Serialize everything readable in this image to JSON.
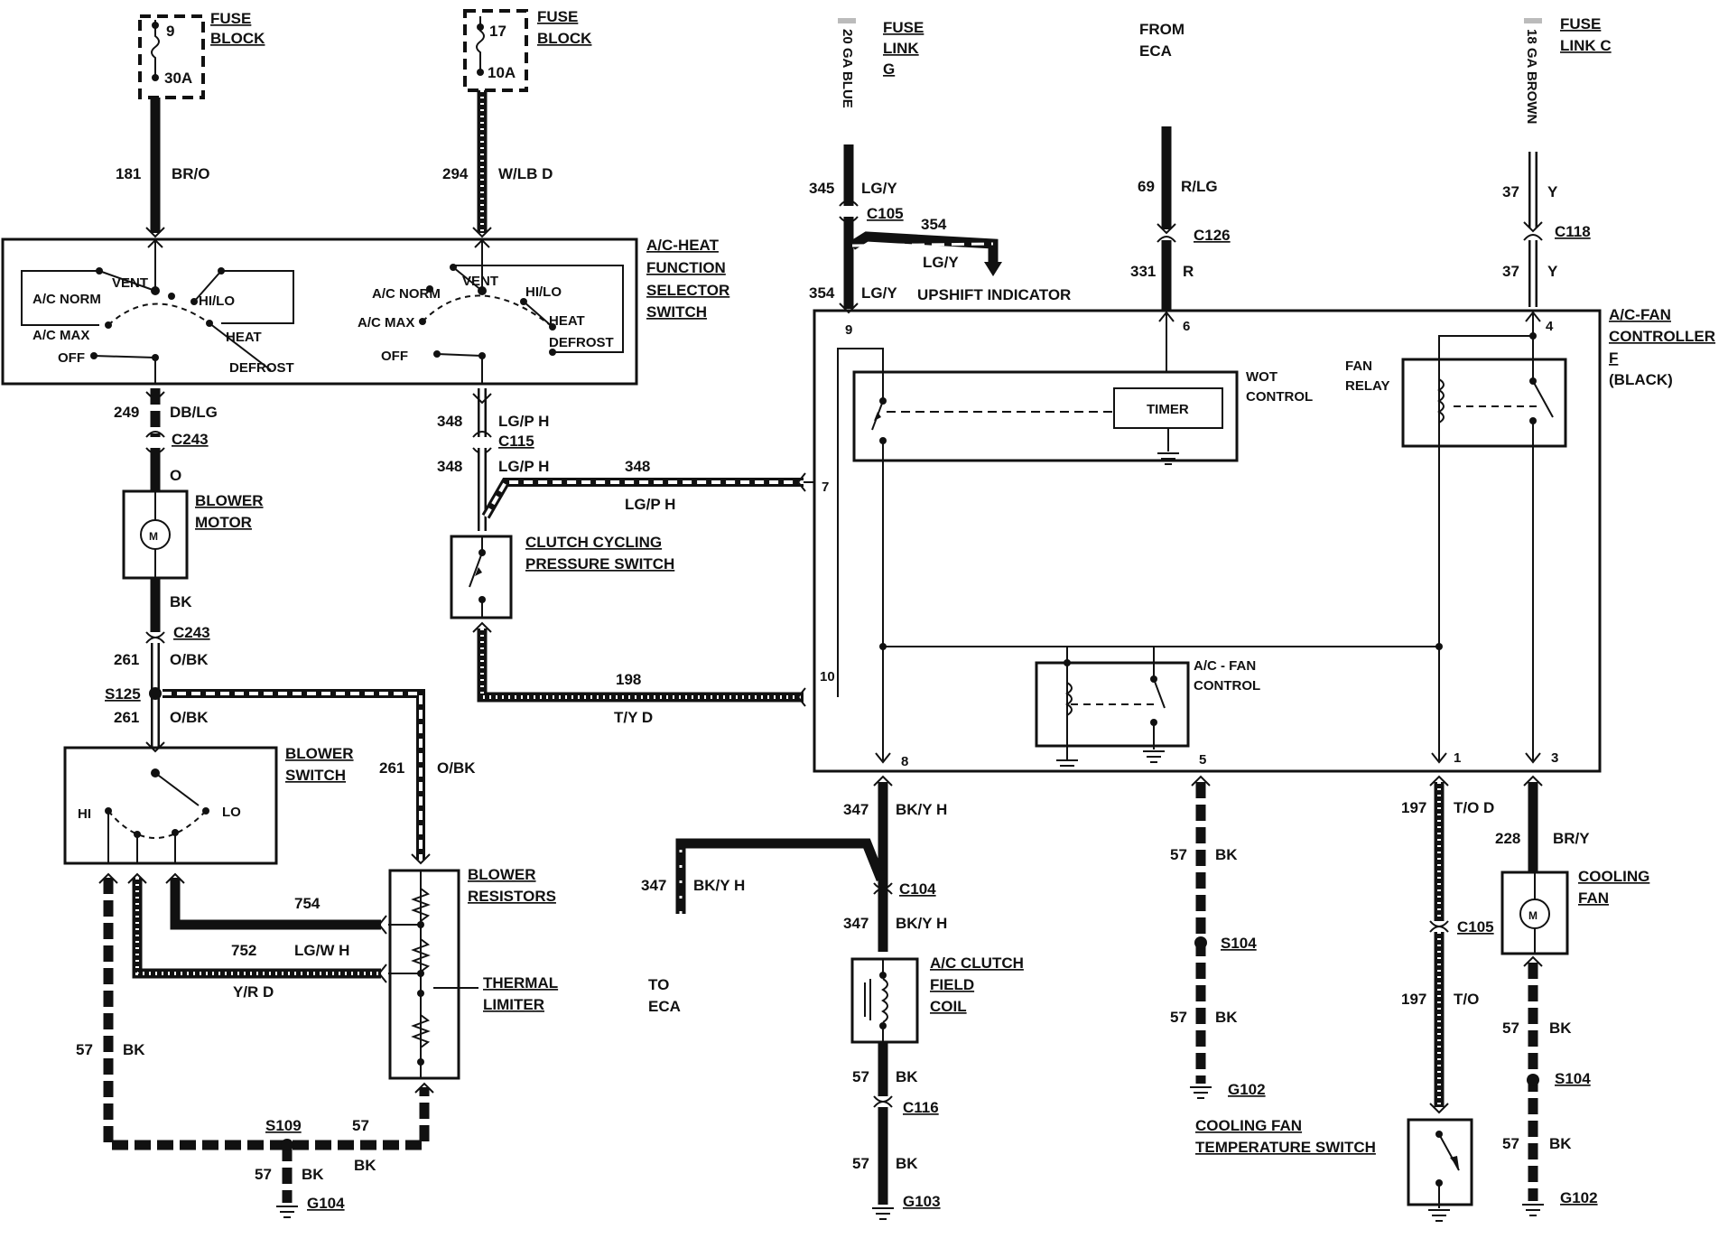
{
  "fuse_block_left": {
    "number": "9",
    "rating": "30A",
    "label1": "FUSE",
    "label2": "BLOCK"
  },
  "fuse_block_mid": {
    "number": "17",
    "rating": "10A",
    "label1": "FUSE",
    "label2": "BLOCK"
  },
  "fuse_link_g": {
    "gauge": "20 GA BLUE",
    "label1": "FUSE",
    "label2": "LINK",
    "label3": "G"
  },
  "fuse_link_c": {
    "gauge": "18 GA BROWN",
    "label1": "FUSE",
    "label2": "LINK C"
  },
  "from_eca": {
    "line1": "FROM",
    "line2": "ECA"
  },
  "to_eca": {
    "line1": "TO",
    "line2": "ECA"
  },
  "selector_switch": {
    "label": [
      "A/C-HEAT",
      "FUNCTION",
      "SELECTOR",
      "SWITCH"
    ],
    "positions": {
      "vent": "VENT",
      "ac_norm": "A/C NORM",
      "ac_max": "A/C MAX",
      "off": "OFF",
      "hilo": "HI/LO",
      "heat": "HEAT",
      "defrost": "DEFROST"
    }
  },
  "controller": {
    "label": [
      "A/C-FAN",
      "CONTROLLER",
      "F",
      "(BLACK)"
    ],
    "wot_label": [
      "WOT",
      "CONTROL"
    ],
    "timer": "TIMER",
    "fan_relay": [
      "FAN",
      "RELAY"
    ],
    "fan_control": [
      "A/C - FAN",
      "CONTROL"
    ],
    "pins": {
      "p9": "9",
      "p6": "6",
      "p4": "4",
      "p7": "7",
      "p10": "10",
      "p8": "8",
      "p5": "5",
      "p1": "1",
      "p3": "3"
    }
  },
  "upshift": "UPSHIFT INDICATOR",
  "components": {
    "blower_motor": [
      "BLOWER",
      "MOTOR"
    ],
    "motor_symbol": "M",
    "clutch_switch": [
      "CLUTCH CYCLING",
      "PRESSURE SWITCH"
    ],
    "blower_switch": [
      "BLOWER",
      "SWITCH"
    ],
    "blower_switch_hi": "HI",
    "blower_switch_lo": "LO",
    "blower_resistors": [
      "BLOWER",
      "RESISTORS"
    ],
    "thermal_limiter": [
      "THERMAL",
      "LIMITER"
    ],
    "clutch_coil": [
      "A/C CLUTCH",
      "FIELD",
      "COIL"
    ],
    "cooling_fan": [
      "COOLING",
      "FAN"
    ],
    "temp_switch": [
      "COOLING FAN",
      "TEMPERATURE SWITCH"
    ]
  },
  "wire_labels": {
    "w181": "181",
    "w181c": "BR/O",
    "w294": "294",
    "w294c": "W/LB D",
    "w345": "345",
    "w345c": "LG/Y",
    "w354a": "354",
    "w354ac": "LG/Y",
    "w354b": "354",
    "w354bc": "LG/Y",
    "w69": "69",
    "w69c": "R/LG",
    "w331": "331",
    "w331c": "R",
    "w37a": "37",
    "w37ac": "Y",
    "w37b": "37",
    "w37bc": "Y",
    "w249": "249",
    "w249c": "DB/LG",
    "w_o": "O",
    "w_bk": "BK",
    "w348a": "348",
    "w348ac": "LG/P H",
    "w348b": "348",
    "w348bc": "LG/P H",
    "w348c": "348",
    "w348cc": "LG/P H",
    "w198": "198",
    "w198c": "T/Y D",
    "w261a": "261",
    "w261ac": "O/BK",
    "w261b": "261",
    "w261bc": "O/BK",
    "w261c": "261",
    "w261cc": "O/BK",
    "w754": "754",
    "w752": "752",
    "w752c": "LG/W H",
    "wyrd": "Y/R D",
    "w57l": "57",
    "w57lc": "BK",
    "w57s109": "57",
    "w57s109c": "BK",
    "w57g104": "57",
    "w57g104c": "BK",
    "w347a": "347",
    "w347ac": "BK/Y H",
    "w347b": "347",
    "w347bc": "BK/Y H",
    "w347c": "347",
    "w347cc": "BK/Y H",
    "w57c1": "57",
    "w57c1c": "BK",
    "w57c2": "57",
    "w57c2c": "BK",
    "w57m1": "57",
    "w57m1c": "BK",
    "w57m2": "57",
    "w57m2c": "BK",
    "w197a": "197",
    "w197ac": "T/O D",
    "w197b": "197",
    "w197bc": "T/O",
    "w228": "228",
    "w228c": "BR/Y",
    "w57r1": "57",
    "w57r1c": "BK",
    "w57r2": "57",
    "w57r2c": "BK"
  },
  "connectors": {
    "c105a": "C105",
    "c126": "C126",
    "c118": "C118",
    "c243a": "C243",
    "c243b": "C243",
    "c115": "C115",
    "s125": "S125",
    "s109": "S109",
    "c104": "C104",
    "c116": "C116",
    "s104a": "S104",
    "s104b": "S104",
    "c105b": "C105"
  },
  "grounds": {
    "g104": "G104",
    "g103": "G103",
    "g102a": "G102",
    "g102b": "G102"
  }
}
